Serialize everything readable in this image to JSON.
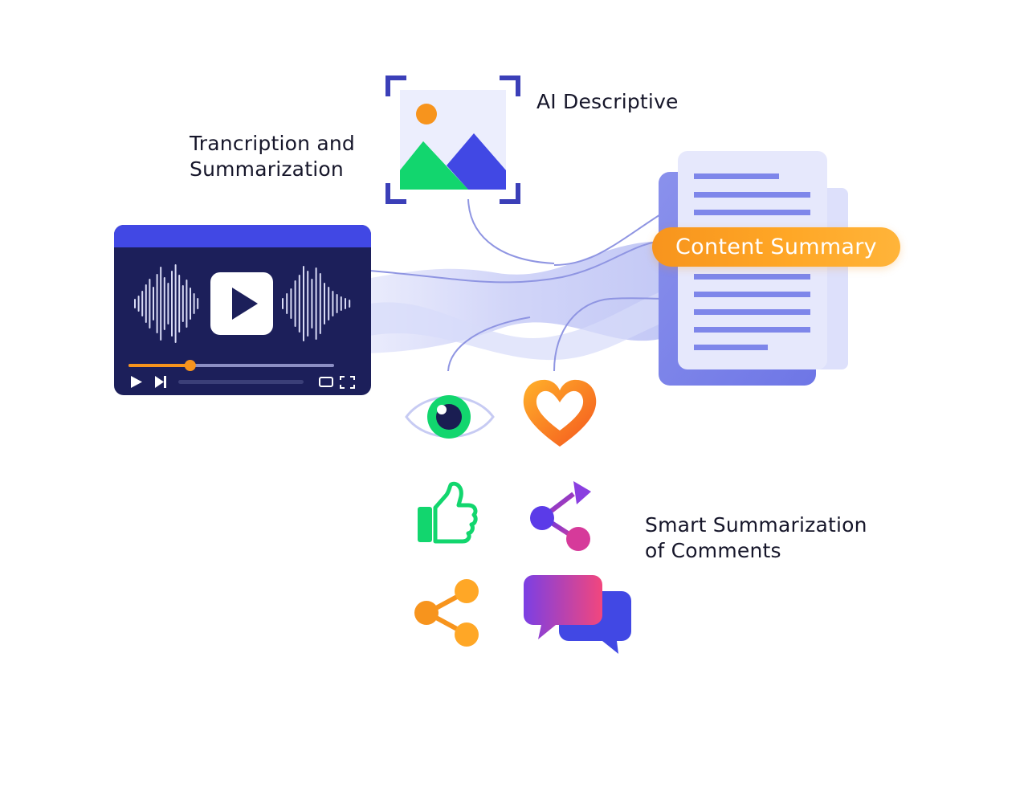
{
  "labels": {
    "ai_descriptive": "AI Descriptive",
    "transcription_line1": "Trancription and",
    "transcription_line2": "Summarization",
    "content_summary": "Content Summary",
    "smart_line1": "Smart Summarization",
    "smart_line2": "of Comments"
  },
  "icons": {
    "video_player": "video-player-icon",
    "image": "image-icon",
    "document": "document-icon",
    "eye": "eye-icon",
    "heart": "heart-icon",
    "thumbs_up": "thumbs-up-icon",
    "share_arrow": "share-arrow-icon",
    "share": "share-icon",
    "chat": "chat-bubbles-icon"
  },
  "video": {
    "progress": 0.3
  },
  "colors": {
    "navy": "#1c1f5a",
    "blue": "#4148e4",
    "lavender": "#c7cbf6",
    "orange": "#f7941d",
    "green": "#12d66e",
    "purple": "#7b3fe4",
    "pink": "#ef3e84"
  }
}
